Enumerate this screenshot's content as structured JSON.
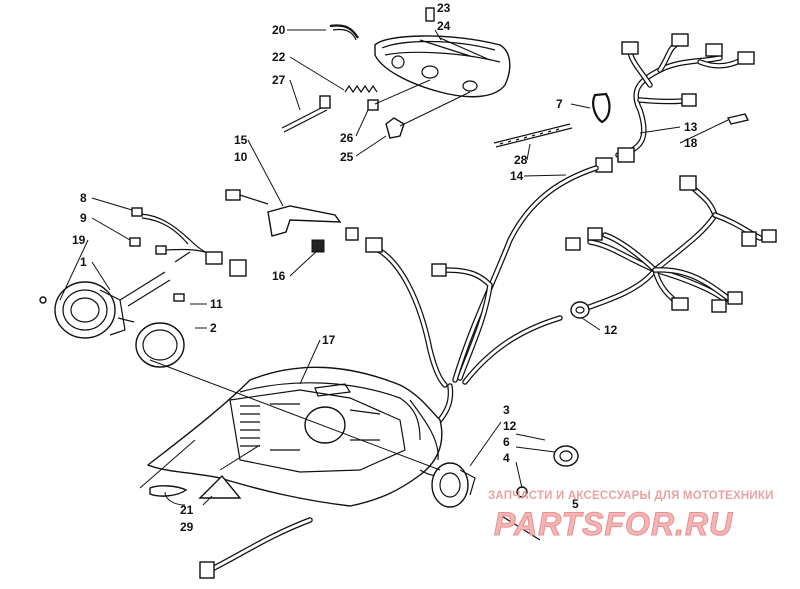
{
  "callouts": [
    {
      "id": "c1",
      "text": "1"
    },
    {
      "id": "c2",
      "text": "2"
    },
    {
      "id": "c3",
      "text": "3"
    },
    {
      "id": "c4",
      "text": "4"
    },
    {
      "id": "c5",
      "text": "5"
    },
    {
      "id": "c6",
      "text": "6"
    },
    {
      "id": "c7",
      "text": "7"
    },
    {
      "id": "c8",
      "text": "8"
    },
    {
      "id": "c9",
      "text": "9"
    },
    {
      "id": "c10",
      "text": "10"
    },
    {
      "id": "c11",
      "text": "11"
    },
    {
      "id": "c12a",
      "text": "12"
    },
    {
      "id": "c12b",
      "text": "12"
    },
    {
      "id": "c13",
      "text": "13"
    },
    {
      "id": "c14",
      "text": "14"
    },
    {
      "id": "c15",
      "text": "15"
    },
    {
      "id": "c16",
      "text": "16"
    },
    {
      "id": "c17",
      "text": "17"
    },
    {
      "id": "c18",
      "text": "18"
    },
    {
      "id": "c19",
      "text": "19"
    },
    {
      "id": "c20",
      "text": "20"
    },
    {
      "id": "c21",
      "text": "21"
    },
    {
      "id": "c22",
      "text": "22"
    },
    {
      "id": "c23",
      "text": "23"
    },
    {
      "id": "c24",
      "text": "24"
    },
    {
      "id": "c25",
      "text": "25"
    },
    {
      "id": "c26",
      "text": "26"
    },
    {
      "id": "c27",
      "text": "27"
    },
    {
      "id": "c28",
      "text": "28"
    },
    {
      "id": "c29",
      "text": "29"
    }
  ],
  "watermark": {
    "tagline": "ЗАПЧАСТИ И АКСЕССУАРЫ ДЛЯ МОТОТЕХНИКИ",
    "logo": "PARTSFOR.RU"
  }
}
